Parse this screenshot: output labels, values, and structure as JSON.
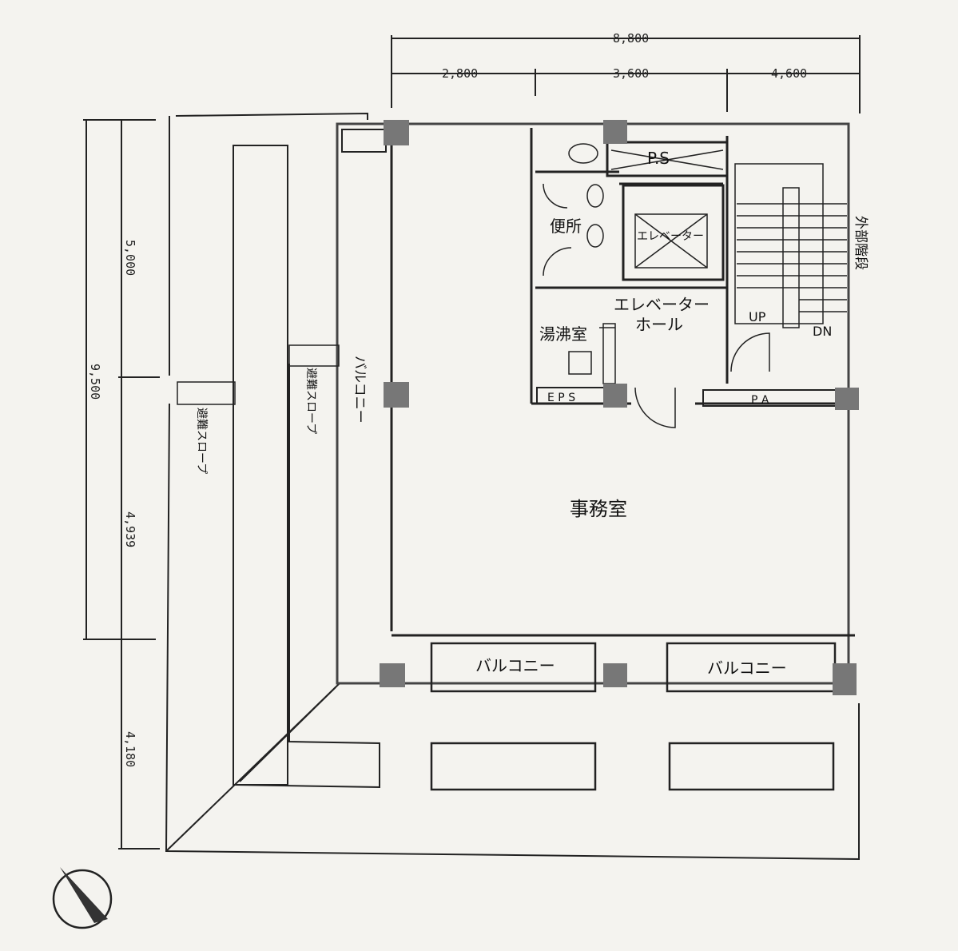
{
  "dimensions": {
    "top_total": "8,800",
    "top_segments": [
      "2,800",
      "3,600",
      "4,600"
    ],
    "left_upper": "5,000",
    "left_total": "9,500",
    "left_mid": "4,939",
    "left_lower": "4,180"
  },
  "rooms": {
    "ps_top": "P.S",
    "toilet": "便所",
    "elevator": "エレベーター",
    "elevator_hall_line1": "エレベーター",
    "elevator_hall_line2": "ホール",
    "kitchenette": "湯沸室",
    "eps": "E P S",
    "ps_right": "P A",
    "office": "事務室",
    "balcony_left": "バルコニー",
    "balcony_bottom_1": "バルコニー",
    "balcony_bottom_2": "バルコニー",
    "exterior_stair": "外部階段",
    "up": "UP",
    "dn": "DN",
    "slope_1": "避難スロープ",
    "slope_2": "避難スロープ"
  },
  "colors": {
    "wall": "#444444",
    "column": "#777777",
    "line": "#222222",
    "paper": "#f4f3ef"
  },
  "icons": [
    "north-arrow-icon"
  ]
}
